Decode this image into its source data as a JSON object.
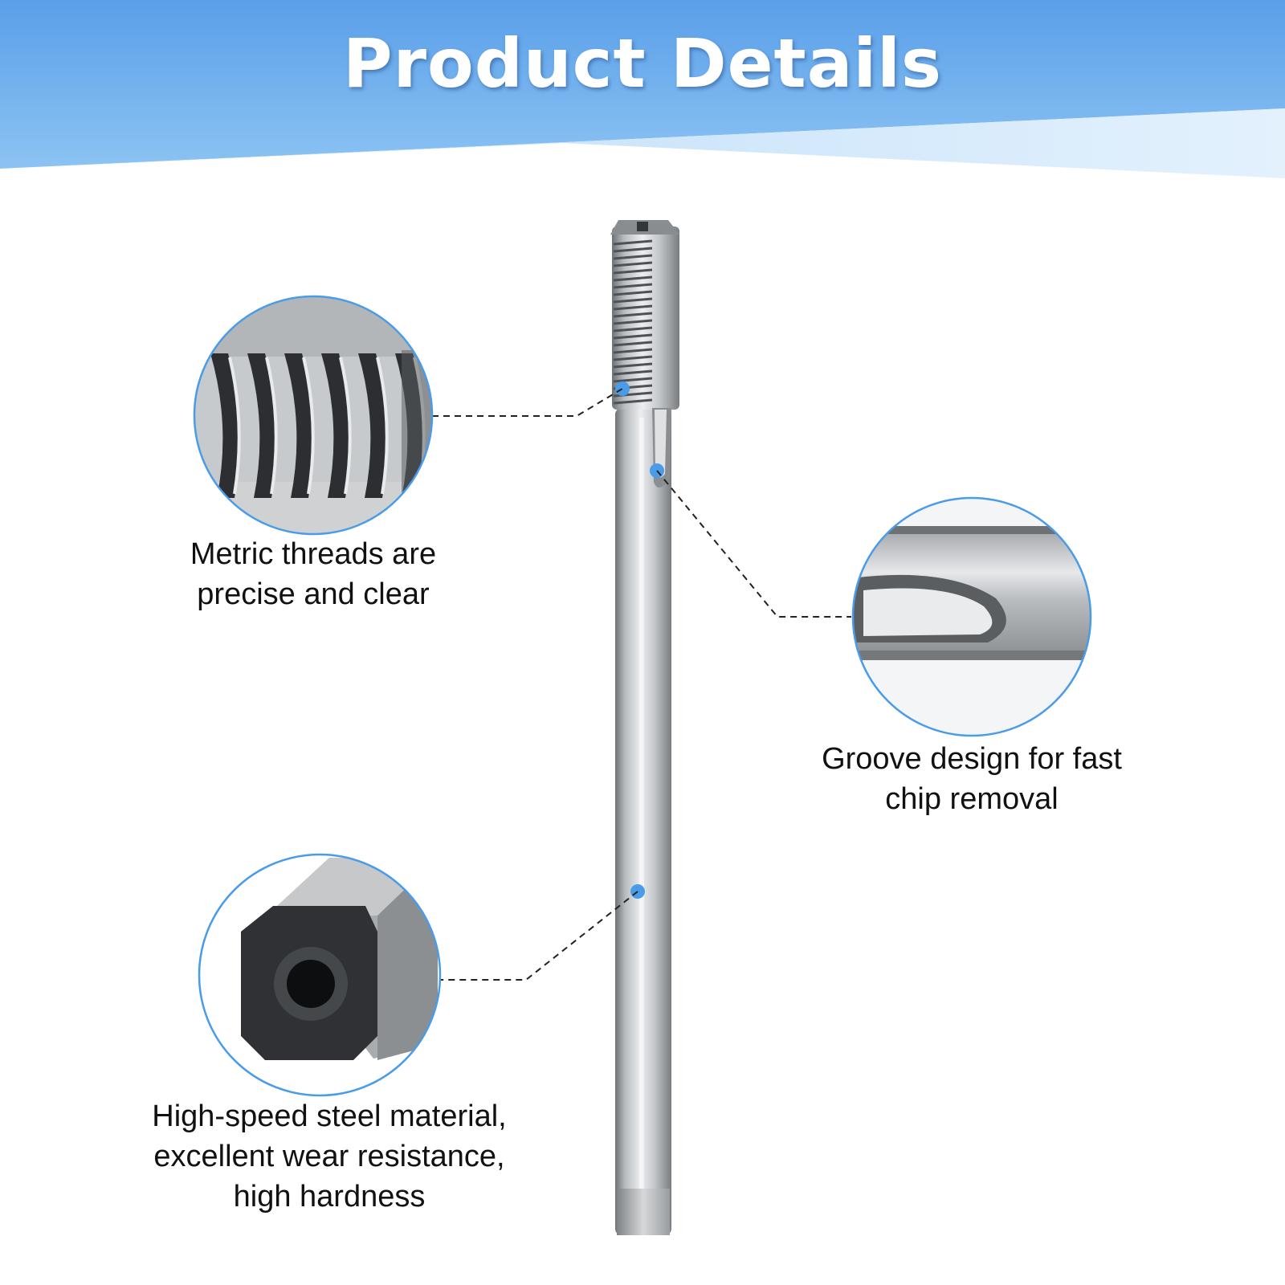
{
  "header": {
    "title": "Product Details"
  },
  "features": [
    {
      "id": "threads",
      "lines": [
        "Metric threads are",
        "precise and clear"
      ]
    },
    {
      "id": "groove",
      "lines": [
        "Groove design for fast",
        "chip removal"
      ]
    },
    {
      "id": "material",
      "lines": [
        "High-speed steel material,",
        "excellent wear resistance,",
        "high hardness"
      ]
    }
  ],
  "colors": {
    "accent": "#4a9be8",
    "header_top": "#5aa0ea",
    "header_light": "#cfe6fb",
    "steel_dark": "#6f7275",
    "steel_light": "#d9dbdd",
    "text": "#111111"
  }
}
